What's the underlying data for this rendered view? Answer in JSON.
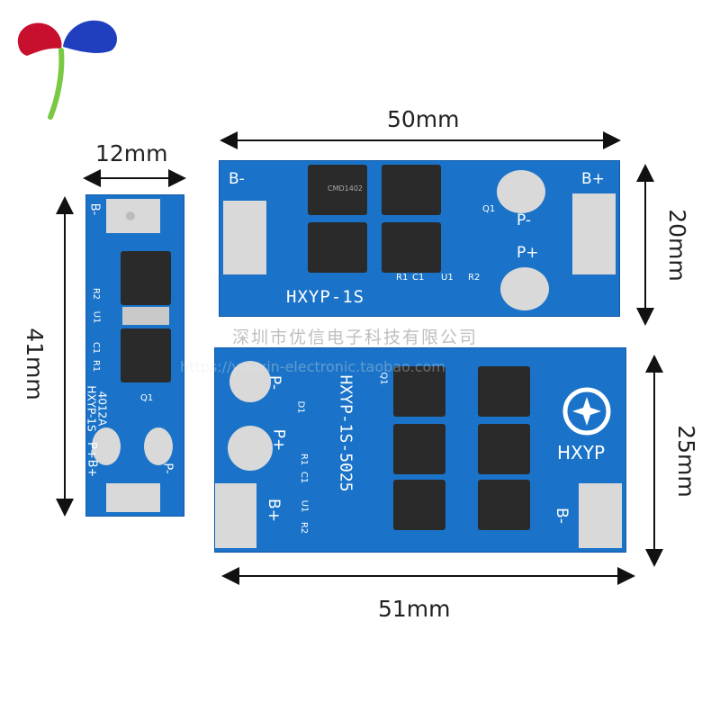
{
  "dimensions": {
    "top_width": "50mm",
    "small_width": "12mm",
    "small_height": "41mm",
    "top_height": "20mm",
    "bottom_height": "25mm",
    "bottom_width": "51mm"
  },
  "boards": {
    "small": {
      "model": "HXYP-1S",
      "code": "4012A",
      "pad_top": "B-",
      "pad_bottom_left": "B+",
      "pad_bottom_mid": "P+",
      "pad_bottom_right": "P-",
      "labels": [
        "R2",
        "U1",
        "C1",
        "R1",
        "Q1"
      ]
    },
    "top": {
      "model": "HXYP-1S",
      "pad_left": "B-",
      "pad_right": "B+",
      "pad_pminus": "P-",
      "pad_pplus": "P+",
      "labels": [
        "R1",
        "C1",
        "U1",
        "R2",
        "Q1"
      ],
      "chip_text": "CMD1402"
    },
    "bottom": {
      "model": "HXYP-1S-5025",
      "brand": "HXYP",
      "pad_pminus": "P-",
      "pad_pplus": "P+",
      "pad_bplus": "B+",
      "pad_bminus": "B-",
      "labels": [
        "R1",
        "C1",
        "U1",
        "R2",
        "Q1",
        "D1"
      ]
    }
  },
  "watermark": {
    "company": "深圳市优信电子科技有限公司",
    "url": "https://youxin-electronic.taobao.com"
  },
  "colors": {
    "pcb": "#1a73c8",
    "pcb_dark": "#0f5aa8",
    "pad": "#d9d9d9",
    "chip": "#2a2a2a",
    "logo_red": "#c8102e",
    "logo_blue": "#1f3fbf",
    "logo_green": "#7ac943"
  }
}
